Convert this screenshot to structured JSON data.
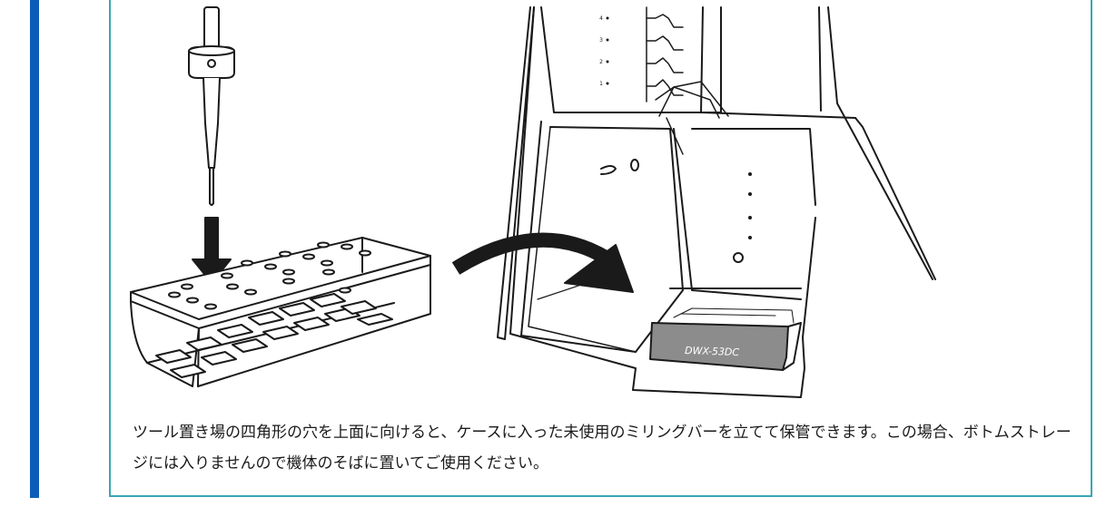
{
  "note": {
    "caption": "ツール置き場の四角形の穴を上面に向けると、ケースに入った未使用のミリングバーを立てて保管できます。この場合、ボトムストレージには入りませんので機体のそばに置いてご使用ください。"
  },
  "illustration": {
    "machine_label": "DWX-53DC",
    "slot_numbers": [
      "4",
      "3",
      "2",
      "1"
    ],
    "arrow_color": "#1a1a1a"
  },
  "colors": {
    "accent_bar": "#0b5eb8",
    "box_border": "#3aa6b4",
    "line_art": "#1a1a1a",
    "machine_plate": "#8c8c8c"
  }
}
